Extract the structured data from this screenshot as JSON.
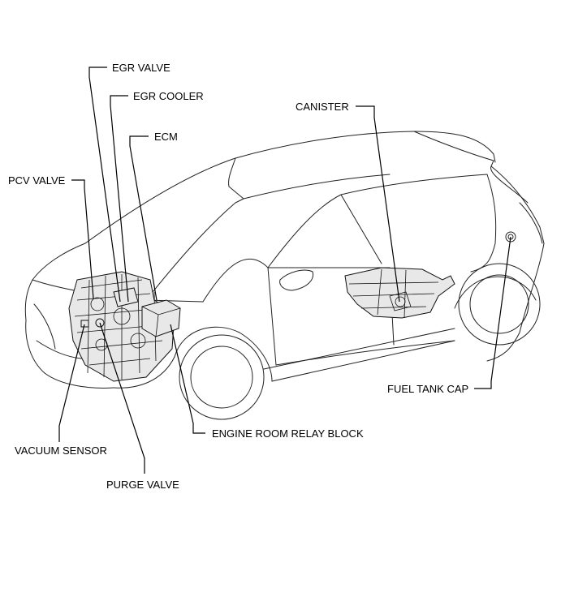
{
  "labels": {
    "egr_valve": "EGR VALVE",
    "egr_cooler": "EGR COOLER",
    "ecm": "ECM",
    "pcv_valve": "PCV VALVE",
    "canister": "CANISTER",
    "fuel_tank_cap": "FUEL TANK CAP",
    "engine_room_relay_block": "ENGINE ROOM RELAY BLOCK",
    "vacuum_sensor": "VACUUM SENSOR",
    "purge_valve": "PURGE VALVE"
  }
}
